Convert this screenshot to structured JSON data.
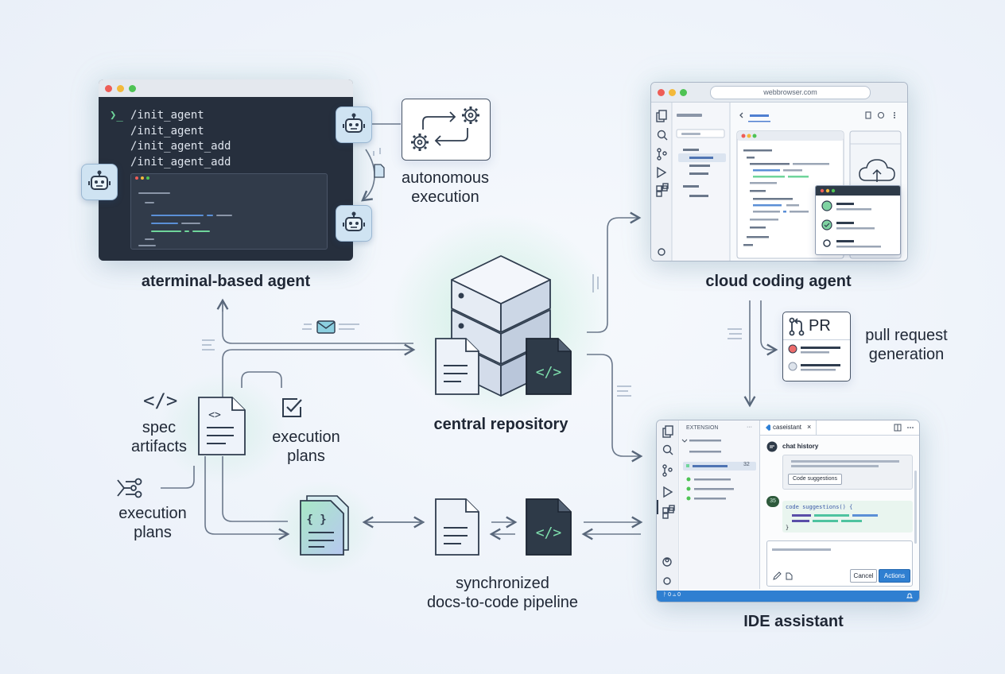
{
  "labels": {
    "terminal_agent": "aterminal-based agent",
    "cloud_agent": "cloud coding agent",
    "central_repo": "central repository",
    "ide_assistant": "IDE assistant",
    "autonomous_l1": "autonomous",
    "autonomous_l2": "execution",
    "pr_l1": "pull request",
    "pr_l2": "generation",
    "spec_l1": "spec",
    "spec_l2": "artifacts",
    "exec_plans_a_l1": "execution",
    "exec_plans_a_l2": "plans",
    "exec_plans_b_l1": "execution",
    "exec_plans_b_l2": "plans",
    "pipeline_l1": "synchronized",
    "pipeline_l2": "docs-to-code pipeline"
  },
  "terminal": {
    "commands": [
      "/init_agent",
      "/init_agent",
      "/init_agent_add",
      "/init_agent_add"
    ],
    "prompt": "❯_"
  },
  "browser": {
    "url": "webbrowser.com"
  },
  "pr": {
    "badge": "PR"
  },
  "ide": {
    "sidebar_title": "EXTENSION",
    "sidebar_menu": "···",
    "badge_count": "32",
    "tab_label": "caseistant",
    "tab_close": "×",
    "chat_history": "chat history",
    "code_suggestions_button": "Code suggestions",
    "code_line": "code suggestions() {",
    "code_close": "}",
    "avatar_num": "35",
    "cancel": "Cancel",
    "actions": "Actions",
    "status": "ᚹ 0 ⚠ 0"
  },
  "icons": {
    "code_symbol": "</>",
    "json_symbol": "{ }"
  }
}
